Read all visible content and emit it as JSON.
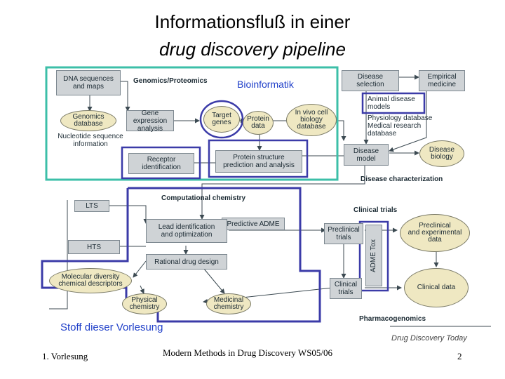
{
  "title": {
    "line1": "Informationsfluß in einer",
    "line2": "drug discovery pipeline"
  },
  "highlights": {
    "bioinformatik": "Bioinformatik",
    "stoff": "Stoff dieser Vorlesung",
    "colors": {
      "teal": "#3cbfa8",
      "blue": "#3b3ba8",
      "accent_text": "#1f3fc9"
    }
  },
  "nodes": {
    "dna": "DNA sequences\nand maps",
    "genomics_label": "Genomics/Proteomics",
    "genomics_db": "Genomics\ndatabase",
    "nucleotide": "Nucleotide sequence\ninformation",
    "gene_expr": "Gene expression\nanalysis",
    "target_genes": "Target\ngenes",
    "protein_data": "Protein\ndata",
    "in_vivo": "In vivo cell\nbiology\ndatabase",
    "receptor": "Receptor\nidentification",
    "protein_structure": "Protein structure\nprediction and analysis",
    "disease_selection": "Disease\nselection",
    "empirical": "Empirical\nmedicine",
    "animal_models": "Animal disease\nmodels",
    "research_list": "Physiology database\nMedical research\ndatabase",
    "disease_model": "Disease\nmodel",
    "disease_biology": "Disease\nbiology",
    "disease_char": "Disease characterization",
    "comp_chem": "Computational chemistry",
    "lts": "LTS",
    "hts": "HTS",
    "predictive_adme": "Predictive ADME",
    "lead_id": "Lead identification\nand optimization",
    "rational": "Rational drug design",
    "molecular_diversity": "Molecular diversity\nchemical descriptors",
    "physical_chem": "Physical\nchemistry",
    "medicinal_chem": "Medicinal\nchemistry",
    "clinical_trials_label": "Clinical trials",
    "preclinical_trials": "Preclinical\ntrials",
    "clinical_trials": "Clinical\ntrials",
    "adme_tox": "ADME Tox",
    "preclinical_data": "Preclinical\nand experimental\ndata",
    "clinical_data": "Clinical data",
    "pharmacogenomics": "Pharmacogenomics"
  },
  "source": "Drug Discovery Today",
  "footer": {
    "left": "1. Vorlesung",
    "center": "Modern Methods in Drug Discovery WS05/06",
    "right": "2"
  }
}
